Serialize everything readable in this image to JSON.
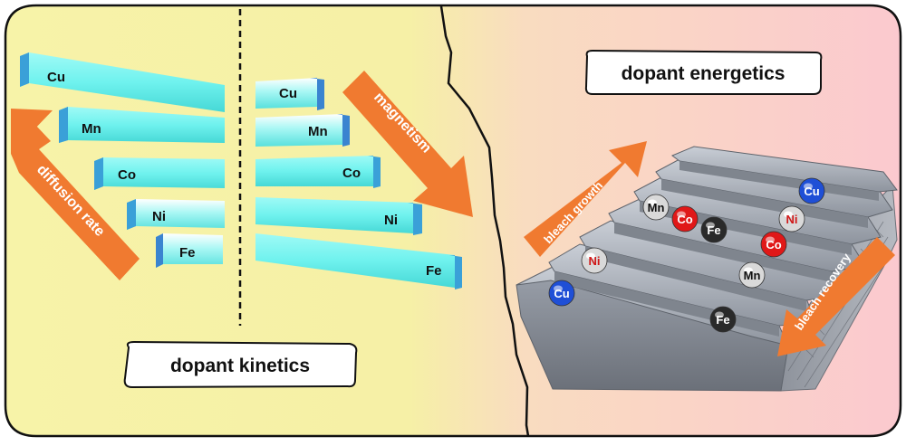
{
  "panels": {
    "kinetics": {
      "title": "dopant kinetics"
    },
    "energetics": {
      "title": "dopant energetics"
    }
  },
  "arrows": {
    "diffusion": "diffusion rate",
    "magnetism": "magnetism",
    "bleach_growth": "bleach growth",
    "bleach_recovery": "bleach recovery"
  },
  "left_bars": [
    "Cu",
    "Mn",
    "Co",
    "Ni",
    "Fe"
  ],
  "right_bars": [
    "Cu",
    "Mn",
    "Co",
    "Ni",
    "Fe"
  ],
  "spheres": [
    {
      "label": "Cu",
      "color": "#1f4fd6"
    },
    {
      "label": "Mn",
      "color": "#d9d9d9"
    },
    {
      "label": "Co",
      "color": "#e01818"
    },
    {
      "label": "Fe",
      "color": "#2a2a2a"
    },
    {
      "label": "Ni",
      "color": "#d9d9d9"
    },
    {
      "label": "Co",
      "color": "#e01818"
    },
    {
      "label": "Ni",
      "color": "#d9d9d9"
    },
    {
      "label": "Cu",
      "color": "#1f4fd6"
    },
    {
      "label": "Mn",
      "color": "#d9d9d9"
    },
    {
      "label": "Fe",
      "color": "#2a2a2a"
    }
  ],
  "colors": {
    "arrow": "#f07a30",
    "bar_face": "#6ff2ee",
    "bar_side": "#3d8fd1",
    "left_bg": "#f7f3a8",
    "right_bg": "#fbc9cf"
  }
}
